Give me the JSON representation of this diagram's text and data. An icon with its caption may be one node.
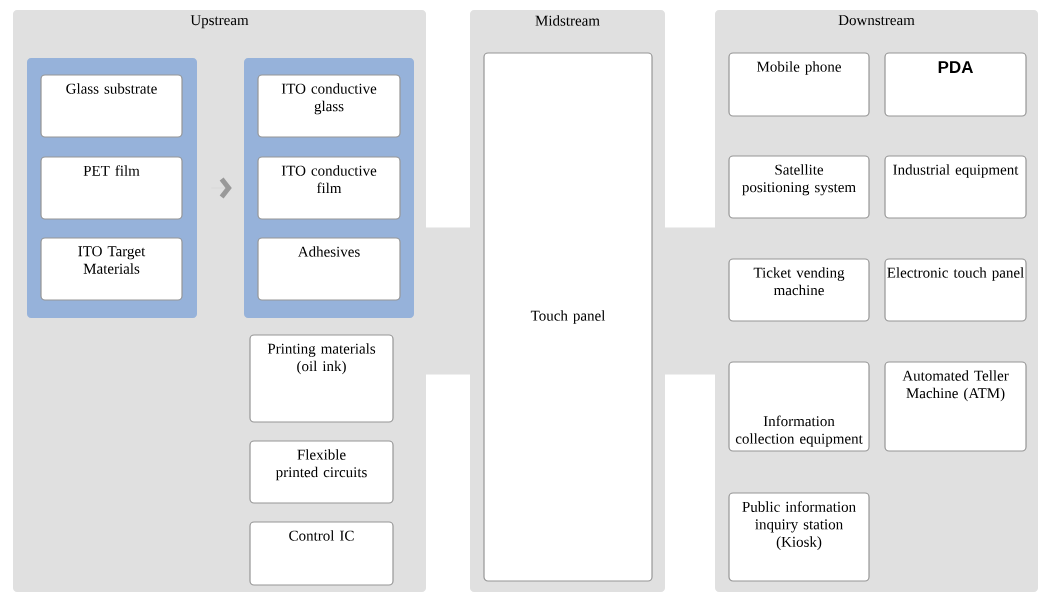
{
  "diagram": {
    "nodes": [
      {
        "text": [
          "Upstream"
        ]
      },
      {
        "text": [],
        "shape": "box",
        "in": 0
      },
      {
        "text": [
          "Glass substrate"
        ],
        "in": 1
      },
      {
        "text": [
          "PET film"
        ],
        "in": 1
      },
      {
        "text": [
          "ITO Target Materials"
        ],
        "in": 1
      },
      {
        "text": [],
        "shape": "box",
        "in": 0
      },
      {
        "text": [
          "ITO conductive glass"
        ],
        "in": 5
      },
      {
        "text": [
          "ITO conductive film"
        ],
        "in": 5
      },
      {
        "text": [
          "Adhesives"
        ],
        "in": 5
      },
      {
        "text": [
          "Printing materials (oil ink)"
        ],
        "in": 0
      },
      {
        "text": [
          "Flexible printed circuits"
        ],
        "in": 0
      },
      {
        "text": [
          "Control IC"
        ],
        "in": 0
      },
      {
        "text": [
          "Midstream"
        ]
      },
      {
        "text": [
          "Touch panel"
        ],
        "in": 12
      },
      {
        "text": [
          "Downstream"
        ]
      },
      {
        "text": [
          "Mobile phone"
        ],
        "in": 14
      },
      {
        "text": [
          "PDA"
        ],
        "in": 14
      },
      {
        "text": [
          "Satellite positioning system"
        ],
        "in": 14
      },
      {
        "text": [
          "Industrial equipment"
        ],
        "in": 14
      },
      {
        "text": [
          "Ticket vending machine"
        ],
        "in": 14
      },
      {
        "text": [
          "Electronic touch panel"
        ],
        "in": 14
      },
      {
        "text": [
          "Information collection equipment"
        ],
        "in": 14
      },
      {
        "text": [
          "Automated Teller Machine (ATM)"
        ],
        "in": 14
      },
      {
        "text": [
          "Public information inquiry station (Kiosk)"
        ],
        "in": 14
      }
    ],
    "edges": [
      {
        "from": 1,
        "to": 5,
        "arrow": "to",
        "color": "#999999"
      },
      {
        "from": 0,
        "to": 12,
        "arrow": "none",
        "color": "#e0e0e0"
      },
      {
        "from": 12,
        "to": 14,
        "arrow": "none",
        "color": "#e0e0e0"
      }
    ]
  }
}
